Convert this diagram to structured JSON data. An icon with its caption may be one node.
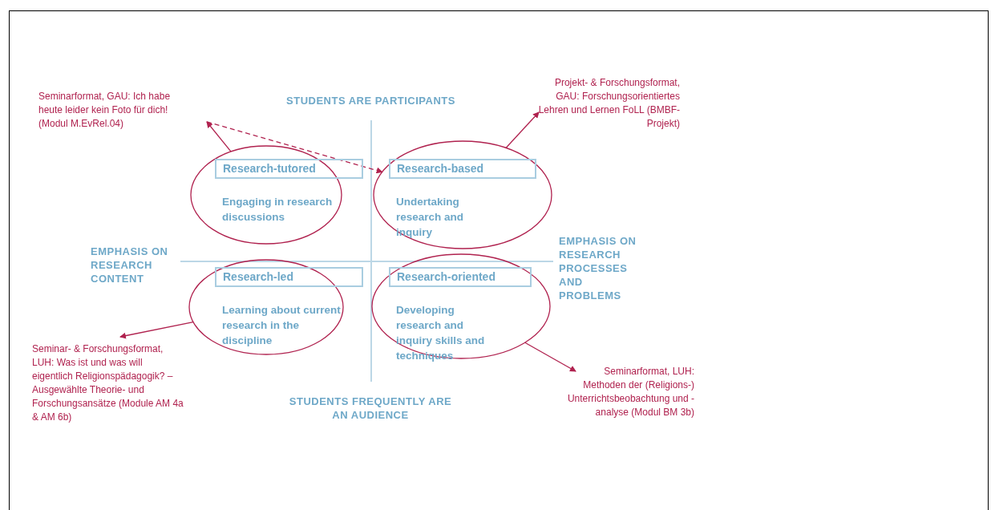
{
  "diagram": {
    "nodes": [
      {
        "text": [
          "Seminarformat, GAU: Ich habe heute leider kein Foto für dich! (Modul M.EvRel.04)"
        ]
      },
      {
        "text": [
          "Projekt- & Forschungsformat, GAU: Forschungsorientiertes Lehren und Lernen FoLL (BMBF-Projekt)"
        ]
      },
      {
        "text": [
          "Seminar- & Forschungsformat, LUH: Was ist und was will eigentlich Religionspädagogik? – Ausgewählte Theorie- und Forschungsansätze (Module AM 4a & AM 6b)"
        ]
      },
      {
        "text": [
          "Seminarformat, LUH: Methoden der (Religions-) Unterrichtsbeobachtung und -analyse (Modul BM 3b)"
        ]
      },
      {
        "text": [
          "Research-tutored",
          "Engaging in research discussions"
        ]
      },
      {
        "text": [
          "Research-based",
          "Undertaking research and inquiry"
        ]
      },
      {
        "text": [
          "Research-led",
          "Learning about current research in the discipline"
        ]
      },
      {
        "text": [
          "Research-oriented",
          "Developing research and inquiry skills and techniques"
        ]
      }
    ],
    "edges": [
      {
        "from": 4,
        "to": 0,
        "arrow": "to"
      },
      {
        "from": 0,
        "to": 5,
        "arrow": "to",
        "style": "dashed"
      },
      {
        "from": 5,
        "to": 1,
        "arrow": "to"
      },
      {
        "from": 6,
        "to": 2,
        "arrow": "to"
      },
      {
        "from": 7,
        "to": 3,
        "arrow": "to"
      }
    ],
    "labels": [
      "STUDENTS ARE PARTICIPANTS",
      "EMPHASIS ON RESEARCH CONTENT",
      "EMPHASIS ON RESEARCH PROCESSES AND PROBLEMS",
      "STUDENTS FREQUENTLY ARE AN AUDIENCE"
    ]
  }
}
